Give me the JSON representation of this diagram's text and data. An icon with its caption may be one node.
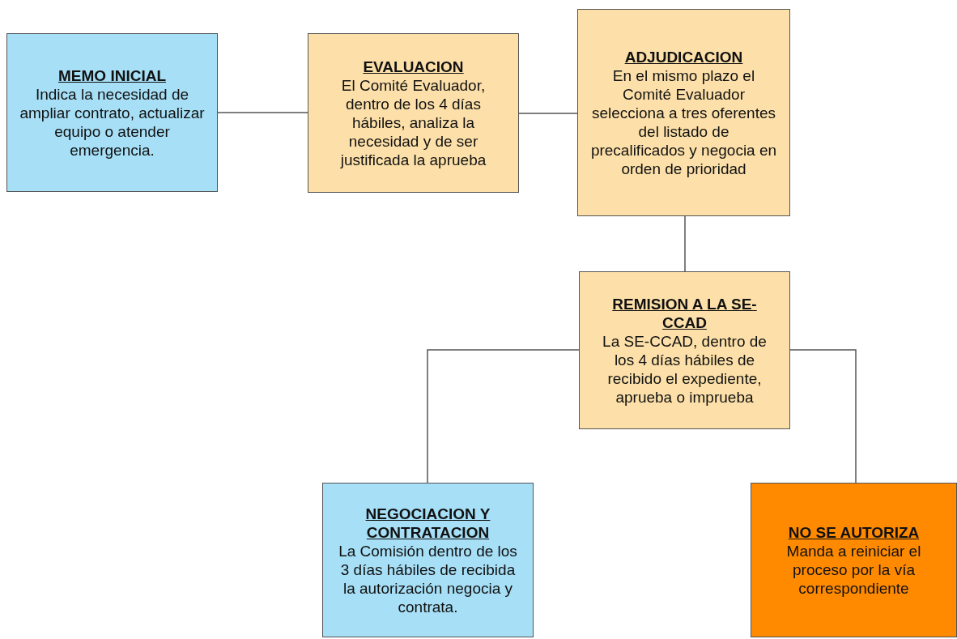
{
  "diagram": {
    "nodes": [
      {
        "text": [
          "MEMO INICIAL",
          "Indica la necesidad de ampliar contrato, actualizar equipo o atender emergencia."
        ]
      },
      {
        "text": [
          "EVALUACION",
          "El Comité Evaluador, dentro de los 4 días hábiles, analiza la necesidad y de ser justificada la aprueba"
        ]
      },
      {
        "text": [
          "ADJUDICACION",
          "En el mismo plazo el Comité Evaluador selecciona a tres oferentes del listado de precalificados y negocia en orden de prioridad"
        ]
      },
      {
        "text": [
          "REMISION A LA SE-CCAD",
          "La SE-CCAD, dentro de los 4 días hábiles de recibido el expediente, aprueba o imprueba"
        ]
      },
      {
        "text": [
          "NEGOCIACION Y CONTRATACION",
          "La Comisión dentro de los 3 días hábiles de recibida la autorización negocia y contrata."
        ]
      },
      {
        "text": [
          "NO SE AUTORIZA",
          "Manda a reiniciar el proceso por la vía correspondiente"
        ]
      }
    ],
    "edges": [
      {
        "from": 0,
        "to": 1,
        "arrow": "none"
      },
      {
        "from": 1,
        "to": 2,
        "arrow": "none"
      },
      {
        "from": 2,
        "to": 3,
        "arrow": "none"
      },
      {
        "from": 3,
        "to": 4,
        "arrow": "none"
      },
      {
        "from": 3,
        "to": 5,
        "arrow": "none"
      }
    ]
  }
}
